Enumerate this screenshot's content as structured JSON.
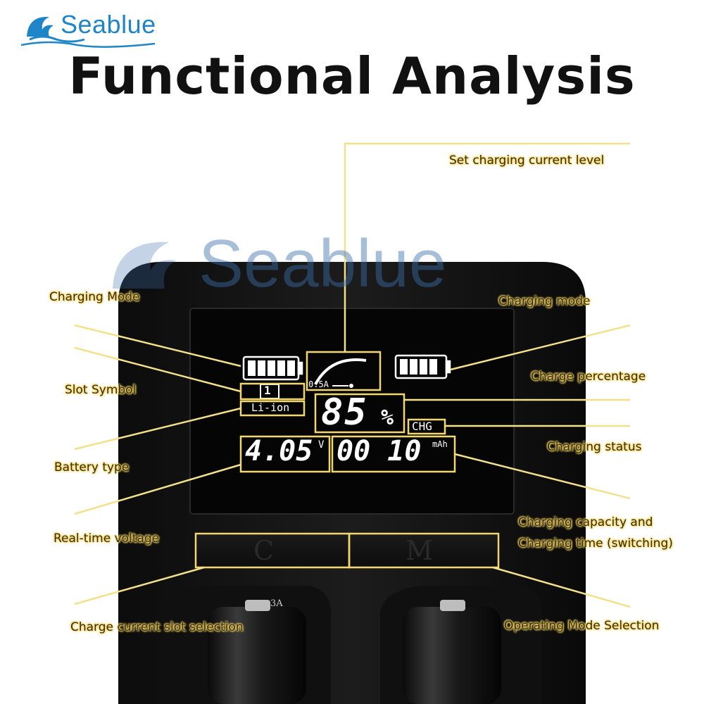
{
  "brand": {
    "name": "Seablue",
    "watermark": "Seablue"
  },
  "title": "Functional Analysis",
  "callouts": {
    "set_current": "Set charging current level",
    "charging_mode_left": "Charging Mode",
    "charging_mode_right": "Charging mode",
    "slot_symbol": "Slot Symbol",
    "charge_percentage": "Charge percentage",
    "battery_type": "Battery type",
    "charging_status": "Charging status",
    "real_time_voltage": "Real-time voltage",
    "capacity_line1": "Charging capacity and",
    "capacity_line2": "Charging time (switching)",
    "slot_selection": "Charge current slot selection",
    "mode_selection": "Operating Mode Selection"
  },
  "display": {
    "current": "0.5A",
    "slot": "1",
    "battery_type": "Li-ion",
    "percentage": "85",
    "percent_sign": "%",
    "status": "CHG",
    "voltage": "4.05",
    "voltage_unit": "V",
    "capacity": "00 10",
    "capacity_unit": "mAh"
  },
  "buttons": {
    "c": "C",
    "m": "M"
  },
  "slot_label": "3A",
  "colors": {
    "callout_glow": "#f6dc72",
    "leader_line": "#f3e08a",
    "lcd": "#050505",
    "brand": "#1e86c8"
  }
}
